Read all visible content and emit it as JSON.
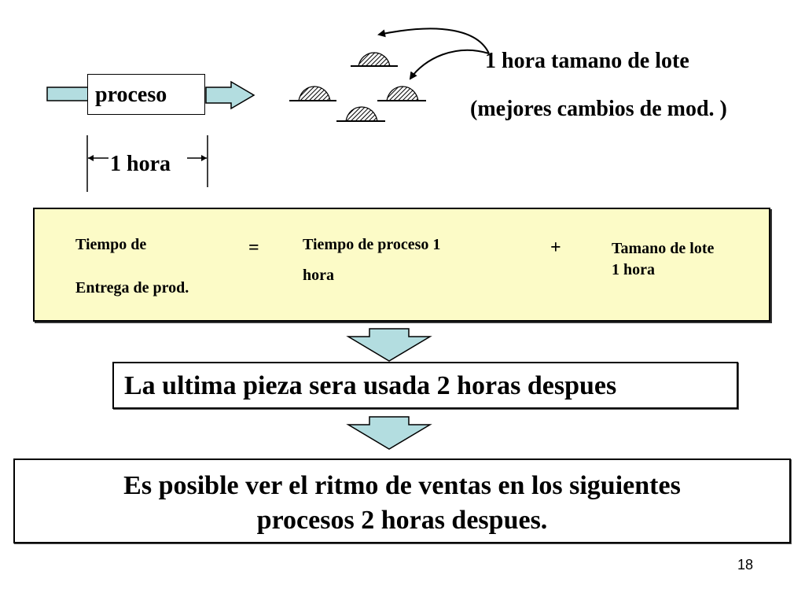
{
  "process": {
    "label": "proceso"
  },
  "batch": {
    "title": "1 hora tamano de lote",
    "subtitle": "(mejores cambios de mod. )"
  },
  "duration": {
    "label": "1 hora"
  },
  "formula": {
    "lhs_line1": "Tiempo de",
    "lhs_line2": "Entrega de prod.",
    "equals": "=",
    "term1_line1": "Tiempo de proceso 1",
    "term1_line2": "hora",
    "plus": "+",
    "term2_line1": "Tamano de lote",
    "term2_line2": "1 hora"
  },
  "result": {
    "text": "La ultima pieza sera usada 2 horas despues"
  },
  "conclusion": {
    "line1": "Es posible ver el ritmo de ventas en los siguientes",
    "line2": "procesos 2 horas despues."
  },
  "page": {
    "number": "18"
  },
  "colors": {
    "formula_background": "#fcfbc7",
    "arrow_fill": "#b3dde0",
    "background": "#ffffff"
  }
}
